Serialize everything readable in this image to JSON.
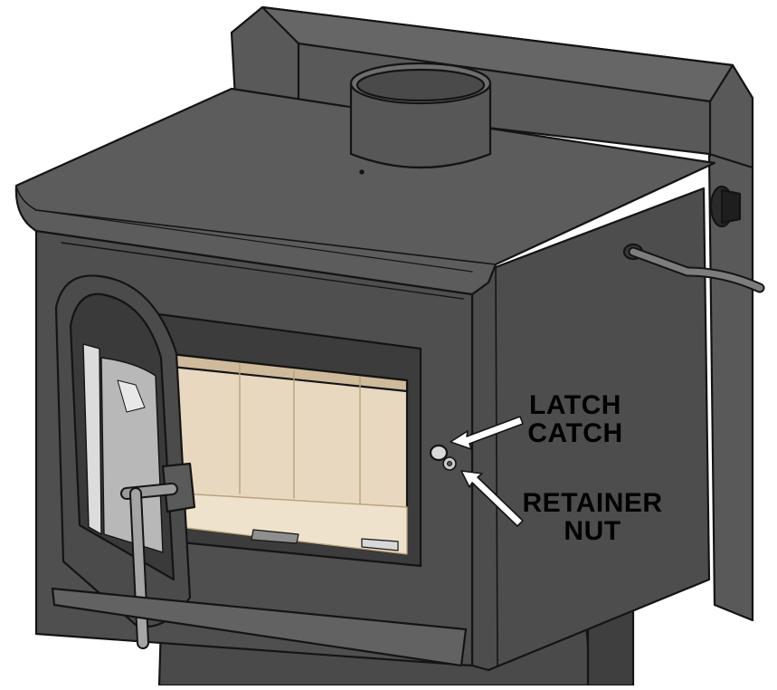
{
  "callouts": {
    "latch_catch": {
      "line1": "LATCH",
      "line2": "CATCH"
    },
    "retainer_nut": {
      "line1": "RETAINER",
      "line2": "NUT"
    }
  },
  "colors": {
    "stove_body": "#545454",
    "stove_dark": "#3a3a3a",
    "stove_light": "#6a6a6a",
    "outline": "#141414",
    "firebrick": "#e8d8bf",
    "firebrick_shadow": "#d6c2a4",
    "handle_metal": "#9a9a9a",
    "label_text": "#000000"
  },
  "icons": {
    "latch_catch_part": "latch-catch-icon",
    "retainer_nut_part": "retainer-nut-icon",
    "door_handle": "door-handle-icon",
    "air_control_rod": "air-control-rod-icon"
  }
}
